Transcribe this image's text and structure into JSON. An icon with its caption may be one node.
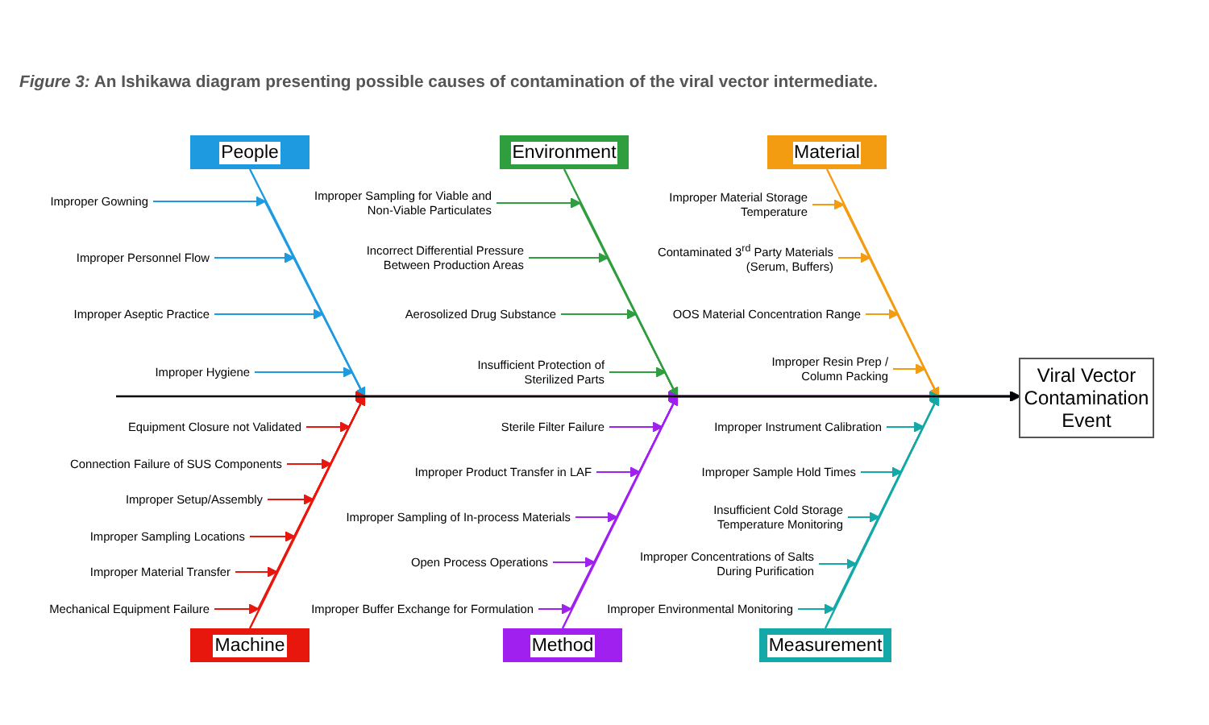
{
  "diagram": {
    "title": "*Figure 3:* An Ishikawa diagram presenting possible causes of contamination of the viral vector intermediate.",
    "nodes": [
      {
        "text": [
          "People"
        ]
      },
      {
        "text": [
          "Improper Gowning"
        ]
      },
      {
        "text": [
          "Improper Personnel Flow"
        ]
      },
      {
        "text": [
          "Improper Aseptic Practice"
        ]
      },
      {
        "text": [
          "Improper Hygiene"
        ]
      },
      {
        "text": [
          "Environment"
        ]
      },
      {
        "text": [
          "Improper Sampling for Viable and Non-Viable Particulates"
        ]
      },
      {
        "text": [
          "Incorrect Differential Pressure Between Production Areas"
        ]
      },
      {
        "text": [
          "Aerosolized Drug Substance"
        ]
      },
      {
        "text": [
          "Insufficient Protection of Sterilized Parts"
        ]
      },
      {
        "text": [
          "Material"
        ]
      },
      {
        "text": [
          "Improper Material Storage Temperature"
        ]
      },
      {
        "text": [
          "Contaminated 3$^{rd}$ Party Materials (Serum, Buffers)"
        ]
      },
      {
        "text": [
          "OOS Material Concentration Range"
        ]
      },
      {
        "text": [
          "Improper Resin Prep / Column Packing"
        ]
      },
      {
        "text": [
          "Viral Vector Contamination Event"
        ]
      },
      {
        "text": [
          "Machine"
        ]
      },
      {
        "text": [
          "Equipment Closure not Validated"
        ]
      },
      {
        "text": [
          "Connection Failure of SUS Components"
        ]
      },
      {
        "text": [
          "Improper Setup/Assembly"
        ]
      },
      {
        "text": [
          "Improper Sampling Locations"
        ]
      },
      {
        "text": [
          "Improper Material Transfer"
        ]
      },
      {
        "text": [
          "Mechanical Equipment Failure"
        ]
      },
      {
        "text": [
          "Method"
        ]
      },
      {
        "text": [
          "Sterile Filter Failure"
        ]
      },
      {
        "text": [
          "Improper Product Transfer in LAF"
        ]
      },
      {
        "text": [
          "Improper Sampling of In-process Materials"
        ]
      },
      {
        "text": [
          "Open Process Operations"
        ]
      },
      {
        "text": [
          "Improper Buffer Exchange for Formulation"
        ]
      },
      {
        "text": [
          "Measurement"
        ]
      },
      {
        "text": [
          "Improper Instrument Calibration"
        ]
      },
      {
        "text": [
          "Improper Sample Hold Times"
        ]
      },
      {
        "text": [
          "Insufficient Cold Storage Temperature Monitoring"
        ]
      },
      {
        "text": [
          "Improper Concentrations of Salts During Purification"
        ]
      },
      {
        "text": [
          "Improper Environmental Monitoring"
        ]
      }
    ],
    "edges": [
      {
        "from": 0,
        "to": 15,
        "arrow": "to",
        "color": "#1e9be0"
      },
      {
        "from": 1,
        "to": 15,
        "arrow": "to",
        "color": "#1e9be0"
      },
      {
        "from": 2,
        "to": 15,
        "arrow": "to",
        "color": "#1e9be0"
      },
      {
        "from": 3,
        "to": 15,
        "arrow": "to",
        "color": "#1e9be0"
      },
      {
        "from": 4,
        "to": 15,
        "arrow": "to",
        "color": "#1e9be0"
      },
      {
        "from": 5,
        "to": 15,
        "arrow": "to",
        "color": "#2e9e3e"
      },
      {
        "from": 6,
        "to": 15,
        "arrow": "to",
        "color": "#2e9e3e"
      },
      {
        "from": 7,
        "to": 15,
        "arrow": "to",
        "color": "#2e9e3e"
      },
      {
        "from": 8,
        "to": 15,
        "arrow": "to",
        "color": "#2e9e3e"
      },
      {
        "from": 9,
        "to": 15,
        "arrow": "to",
        "color": "#2e9e3e"
      },
      {
        "from": 10,
        "to": 15,
        "arrow": "to",
        "color": "#f39c12"
      },
      {
        "from": 11,
        "to": 15,
        "arrow": "to",
        "color": "#f39c12"
      },
      {
        "from": 12,
        "to": 15,
        "arrow": "to",
        "color": "#f39c12"
      },
      {
        "from": 13,
        "to": 15,
        "arrow": "to",
        "color": "#f39c12"
      },
      {
        "from": 14,
        "to": 15,
        "arrow": "to",
        "color": "#f39c12"
      },
      {
        "from": 16,
        "to": 15,
        "arrow": "to",
        "color": "#e8170e"
      },
      {
        "from": 17,
        "to": 15,
        "arrow": "to",
        "color": "#e8170e"
      },
      {
        "from": 18,
        "to": 15,
        "arrow": "to",
        "color": "#e8170e"
      },
      {
        "from": 19,
        "to": 15,
        "arrow": "to",
        "color": "#e8170e"
      },
      {
        "from": 20,
        "to": 15,
        "arrow": "to",
        "color": "#e8170e"
      },
      {
        "from": 21,
        "to": 15,
        "arrow": "to",
        "color": "#e8170e"
      },
      {
        "from": 22,
        "to": 15,
        "arrow": "to",
        "color": "#e8170e"
      },
      {
        "from": 23,
        "to": 15,
        "arrow": "to",
        "color": "#a020f0"
      },
      {
        "from": 24,
        "to": 15,
        "arrow": "to",
        "color": "#a020f0"
      },
      {
        "from": 25,
        "to": 15,
        "arrow": "to",
        "color": "#a020f0"
      },
      {
        "from": 26,
        "to": 15,
        "arrow": "to",
        "color": "#a020f0"
      },
      {
        "from": 27,
        "to": 15,
        "arrow": "to",
        "color": "#a020f0"
      },
      {
        "from": 28,
        "to": 15,
        "arrow": "to",
        "color": "#a020f0"
      },
      {
        "from": 29,
        "to": 15,
        "arrow": "to",
        "color": "#14a8a8"
      },
      {
        "from": 30,
        "to": 15,
        "arrow": "to",
        "color": "#14a8a8"
      },
      {
        "from": 31,
        "to": 15,
        "arrow": "to",
        "color": "#14a8a8"
      },
      {
        "from": 32,
        "to": 15,
        "arrow": "to",
        "color": "#14a8a8"
      },
      {
        "from": 33,
        "to": 15,
        "arrow": "to",
        "color": "#14a8a8"
      },
      {
        "from": 34,
        "to": 15,
        "arrow": "to",
        "color": "#14a8a8"
      }
    ]
  }
}
